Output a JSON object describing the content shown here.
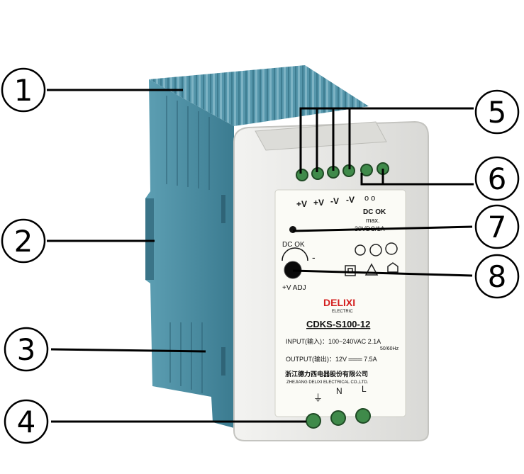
{
  "colors": {
    "housing": "#4f93a8",
    "housing_dark": "#3a7488",
    "housing_light": "#7fb3c4",
    "panel": "#e8e8e6",
    "label_bg": "#fafaf5",
    "terminal_green": "#3f8a4a",
    "brand_red": "#d42020",
    "leader": "#000000"
  },
  "callouts": [
    {
      "id": "1",
      "text": "1"
    },
    {
      "id": "2",
      "text": "2"
    },
    {
      "id": "3",
      "text": "3"
    },
    {
      "id": "4",
      "text": "4"
    },
    {
      "id": "5",
      "text": "5"
    },
    {
      "id": "6",
      "text": "6"
    },
    {
      "id": "7",
      "text": "7"
    },
    {
      "id": "8",
      "text": "8"
    }
  ],
  "device_label": {
    "terminals": [
      "+V",
      "+V",
      "-V",
      "-V"
    ],
    "relay_symbol": "o o",
    "dc_ok_top": "DC OK",
    "dc_ok_max": "max.",
    "dc_ok_rating": "30VDC/1A",
    "dc_ok_led": "DC OK",
    "minus_sign": "-",
    "adj": "+V ADJ",
    "brand": "DELIXI",
    "brand_sub": "ELECTRIC",
    "model": "CDKS-S100-12",
    "input": "INPUT(输入)：100~240VAC  2.1A",
    "input_sub": "50/60Hz",
    "output": "OUTPUT(输出)：12V ═══ 7.5A",
    "maker_cn": "浙江德力西电器股份有限公司",
    "maker_en": "ZHEJIANG DELIXI ELECTRICAL CO.,LTD.",
    "mains": [
      "⏚",
      "N",
      "L"
    ]
  }
}
